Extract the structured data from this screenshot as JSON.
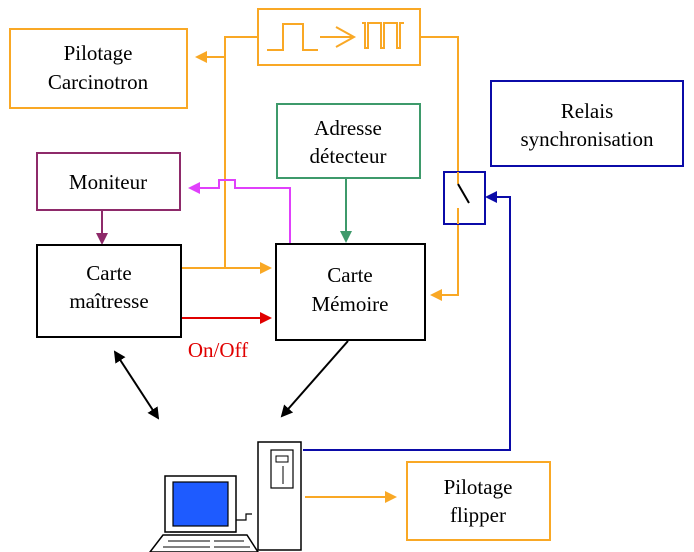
{
  "boxes": {
    "pilotage_carcinotron": {
      "line1": "Pilotage",
      "line2": "Carcinotron",
      "color": "#F9A825"
    },
    "adresse_detecteur": {
      "line1": "Adresse",
      "line2": "détecteur",
      "color": "#3E9A6B"
    },
    "relais_synchronisation": {
      "line1": "Relais",
      "line2": "synchronisation",
      "color": "#0B0BA8"
    },
    "moniteur": {
      "label": "Moniteur",
      "color": "#8E2A6A"
    },
    "carte_maitresse": {
      "line1": "Carte",
      "line2": "maîtresse",
      "color": "#000000"
    },
    "carte_memoire": {
      "line1": "Carte",
      "line2": "Mémoire",
      "color": "#000000"
    },
    "pilotage_flipper": {
      "line1": "Pilotage",
      "line2": "flipper",
      "color": "#F9A825"
    }
  },
  "labels": {
    "on_off": {
      "text": "On/Off",
      "color": "#E00000"
    }
  },
  "colors": {
    "orange": "#F9A825",
    "magenta": "#E040FB",
    "red": "#E00000",
    "green": "#3E9A6B",
    "purple": "#8E2A6A",
    "blue": "#0B0BA8",
    "black": "#000000",
    "screen_blue": "#1E5BFF"
  },
  "icons": {
    "pulse_converter": "pulse-train-converter-icon",
    "relay_switch": "relay-switch-icon",
    "computer": "desktop-computer-icon"
  }
}
